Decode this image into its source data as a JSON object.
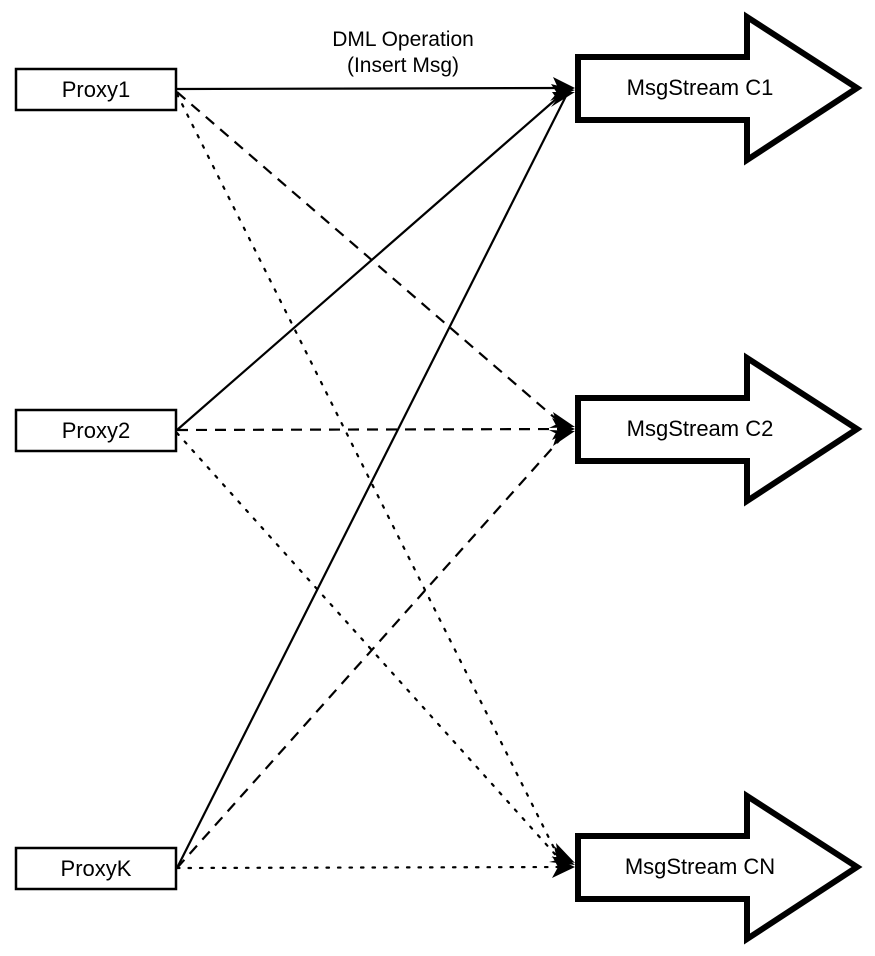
{
  "diagram": {
    "title_label": "DML Operation",
    "title_label_line2": "(Insert Msg)",
    "background": "#ffffff",
    "stroke_color": "#000000",
    "proxies": [
      {
        "id": "proxy1",
        "label": "Proxy1"
      },
      {
        "id": "proxy2",
        "label": "Proxy2"
      },
      {
        "id": "proxyK",
        "label": "ProxyK"
      }
    ],
    "streams": [
      {
        "id": "c1",
        "label": "MsgStream C1",
        "line_style": "solid"
      },
      {
        "id": "c2",
        "label": "MsgStream C2",
        "line_style": "dashed"
      },
      {
        "id": "cn",
        "label": "MsgStream CN",
        "line_style": "dotted"
      }
    ],
    "edges": [
      {
        "from": "Proxy1",
        "to": "MsgStream C1",
        "style": "solid"
      },
      {
        "from": "Proxy1",
        "to": "MsgStream C2",
        "style": "dashed"
      },
      {
        "from": "Proxy1",
        "to": "MsgStream CN",
        "style": "dotted"
      },
      {
        "from": "Proxy2",
        "to": "MsgStream C1",
        "style": "solid"
      },
      {
        "from": "Proxy2",
        "to": "MsgStream C2",
        "style": "dashed"
      },
      {
        "from": "Proxy2",
        "to": "MsgStream CN",
        "style": "dotted"
      },
      {
        "from": "ProxyK",
        "to": "MsgStream C1",
        "style": "solid"
      },
      {
        "from": "ProxyK",
        "to": "MsgStream C2",
        "style": "dashed"
      },
      {
        "from": "ProxyK",
        "to": "MsgStream CN",
        "style": "dotted"
      }
    ]
  }
}
